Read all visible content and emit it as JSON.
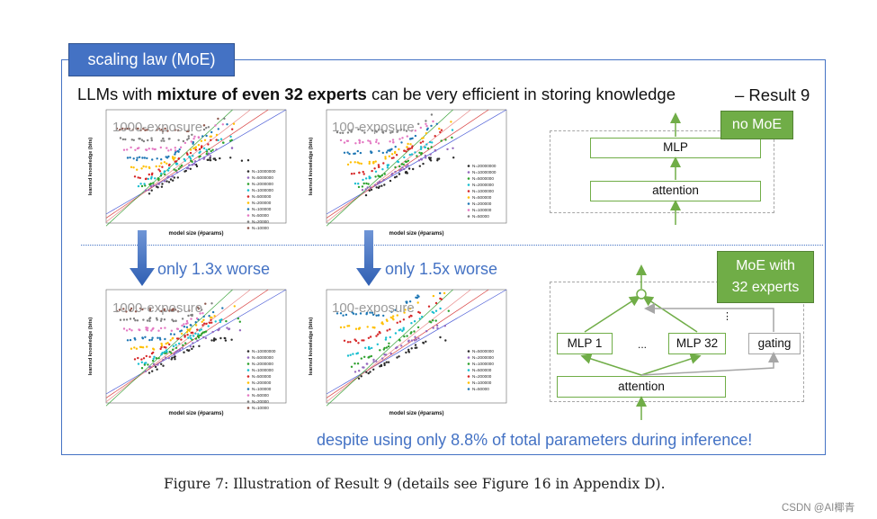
{
  "header": {
    "tag": "scaling law (MoE)",
    "headline_pre": "LLMs with ",
    "headline_bold": "mixture of even 32 experts",
    "headline_post": " can be very efficient in storing knowledge",
    "result": "– Result 9"
  },
  "plots": [
    {
      "exposure": "1000-exposure",
      "ylabel": "learned knowledge (bits)",
      "xlabel": "model size (#params)",
      "legend": [
        "N=10000000",
        "N=5000000",
        "N=2000000",
        "N=1000000",
        "N=500000",
        "N=200000",
        "N=100000",
        "N=50000",
        "N=20000",
        "N=10000"
      ]
    },
    {
      "exposure": "100-exposure",
      "ylabel": "learned knowledge (bits)",
      "xlabel": "model size (#params)",
      "legend": [
        "N=20000000",
        "N=10000000",
        "N=5000000",
        "N=2000000",
        "N=1000000",
        "N=500000",
        "N=200000",
        "N=100000",
        "N=50000"
      ]
    },
    {
      "exposure": "1000-exposure",
      "ylabel": "learned knowledge (bits)",
      "xlabel": "model size (#params)",
      "legend": [
        "N=10000000",
        "N=5000000",
        "N=2000000",
        "N=1000000",
        "N=500000",
        "N=200000",
        "N=100000",
        "N=50000",
        "N=20000",
        "N=10000"
      ]
    },
    {
      "exposure": "100-exposure",
      "ylabel": "learned knowledge (bits)",
      "xlabel": "model size (#params)",
      "legend": [
        "N=5000000",
        "N=2000000",
        "N=1000000",
        "N=500000",
        "N=200000",
        "N=100000",
        "N=50000"
      ]
    }
  ],
  "arrows": {
    "left": "only 1.3x worse",
    "right": "only 1.5x worse"
  },
  "no_moe": {
    "tag": "no MoE",
    "mlp": "MLP",
    "attention": "attention"
  },
  "moe": {
    "tag_line1": "MoE with",
    "tag_line2": "32 experts",
    "mlp1": "MLP 1",
    "ellipsis": "...",
    "mlp32": "MLP 32",
    "gating": "gating",
    "vdots": "⋮",
    "attention": "attention"
  },
  "note": "despite using only 8.8% of total parameters during inference!",
  "caption": "Figure 7: Illustration of Result 9 (details see Figure 16 in Appendix D).",
  "watermark": "CSDN @AI椰青",
  "colors": {
    "blue": "#4472c4",
    "green": "#70ad47",
    "gray": "#a6a6a6"
  }
}
